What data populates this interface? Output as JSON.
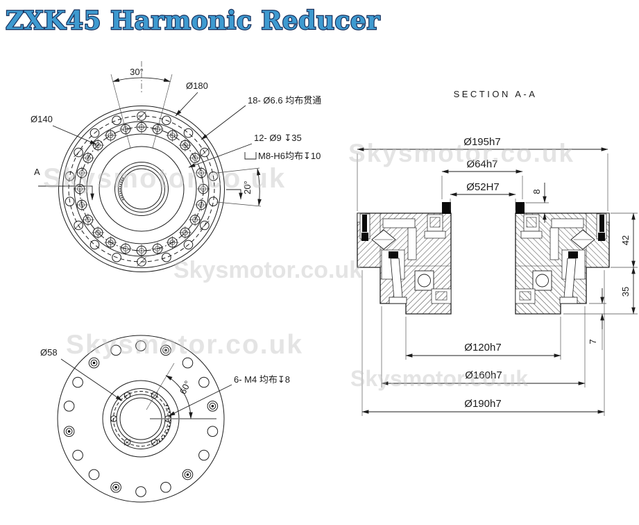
{
  "title": "ZXK45 Harmonic Reducer",
  "watermark": "Skysmotor.co.uk",
  "colors": {
    "title_fill": "#3e9ad0",
    "title_outline": "#18305c",
    "line": "#1c1c1c",
    "watermark": "#c4c4c4"
  },
  "front_view": {
    "angle_between_holes": "30°",
    "outer_bolt_circle_dia": "Ø180",
    "outer_holes_note": "18- Ø6.6 均布贯通",
    "inner_holes_note": "12- Ø9 ↧35",
    "inner_holes_thread_note": "M8-H6均布↧10",
    "angle_right": "20°",
    "pilot_dia": "Ø140",
    "section_label": "A"
  },
  "bottom_view": {
    "hub_dia": "Ø58",
    "screw_note": "6- M4 均布↧8",
    "angle": "60°"
  },
  "section_view": {
    "title": "SECTION A-A",
    "dims": {
      "d195": "Ø195h7",
      "d64": "Ø64h7",
      "d52": "Ø52H7",
      "d8": "8",
      "d42": "42",
      "d35": "35",
      "d7": "7",
      "d120": "Ø120h7",
      "d160": "Ø160h7",
      "d190": "Ø190h7"
    }
  }
}
